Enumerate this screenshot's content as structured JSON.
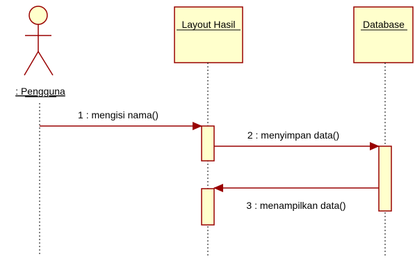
{
  "diagram": {
    "type": "UML sequence diagram",
    "colors": {
      "box_fill": "#FFFFCC",
      "box_stroke": "#990000",
      "message_line": "#990000",
      "actor_fill": "#FFFFCC",
      "actor_stroke": "#990000"
    },
    "actor": {
      "label": ": Pengguna"
    },
    "objects": [
      {
        "label": "Layout Hasil"
      },
      {
        "label": "Database"
      }
    ],
    "messages": [
      {
        "label": "1 : mengisi nama()",
        "from": "Pengguna",
        "to": "Layout Hasil"
      },
      {
        "label": "2 : menyimpan data()",
        "from": "Layout Hasil",
        "to": "Database"
      },
      {
        "label": "3 : menampilkan data()",
        "from": "Database",
        "to": "Layout Hasil"
      }
    ]
  }
}
